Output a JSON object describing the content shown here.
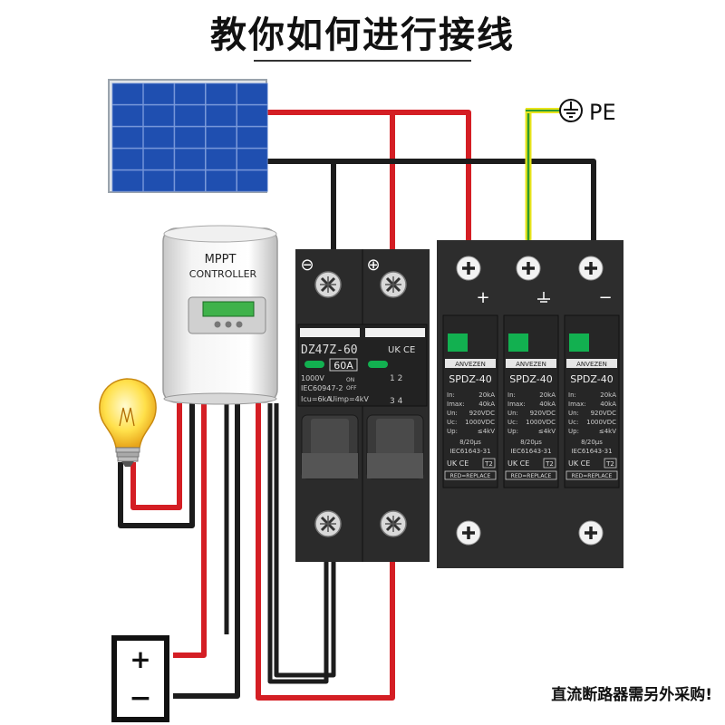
{
  "title": "教你如何进行接线",
  "footnote": "直流断路器需另外采购!",
  "pe_label": "PE",
  "mppt": {
    "line1": "MPPT",
    "line2": "CONTROLLER"
  },
  "breaker": {
    "minus_symbol": "⊖",
    "plus_symbol": "⊕",
    "model": "DZ47Z-60",
    "rating": "60A",
    "voltage": "1000V",
    "standard": "IEC60947-2",
    "icu": "Icu=6kA",
    "uimp": "Uimp=4kV",
    "on": "ON",
    "off": "OFF",
    "terminals_top": "1 2",
    "terminals_bottom": "3 4"
  },
  "spd_terminals": {
    "plus": "+",
    "minus": "−"
  },
  "spd_modules": [
    {
      "brand": "ANVEZEN",
      "model": "SPDZ-40",
      "in": "20kA",
      "imax": "40kA",
      "un": "920VDC",
      "uc": "1000VDC",
      "up": "≤4kV",
      "wave": "8/20μs",
      "std": "IEC61643-31",
      "class": "T2",
      "replace": "RED=REPLACE"
    },
    {
      "brand": "ANVEZEN",
      "model": "SPDZ-40",
      "in": "20kA",
      "imax": "40kA",
      "un": "920VDC",
      "uc": "1000VDC",
      "up": "≤4kV",
      "wave": "8/20μs",
      "std": "IEC61643-31",
      "class": "T2",
      "replace": "RED=REPLACE"
    },
    {
      "brand": "ANVEZEN",
      "model": "SPDZ-40",
      "in": "20kA",
      "imax": "40kA",
      "un": "920VDC",
      "uc": "1000VDC",
      "up": "≤4kV",
      "wave": "8/20μs",
      "std": "IEC61643-31",
      "class": "T2",
      "replace": "RED=REPLACE"
    }
  ],
  "spd_field_labels": {
    "in": "In:",
    "imax": "Imax:",
    "un": "Un:",
    "uc": "Uc:",
    "up": "Up:"
  },
  "battery": {
    "plus": "+",
    "minus": "−"
  },
  "colors": {
    "red_wire": "#d41e24",
    "black_wire": "#1c1c1c",
    "pe_yellow": "#e9e41c",
    "pe_green": "#2e9a2e",
    "device_body": "#2b2b2b",
    "indicator_green": "#12b050"
  }
}
